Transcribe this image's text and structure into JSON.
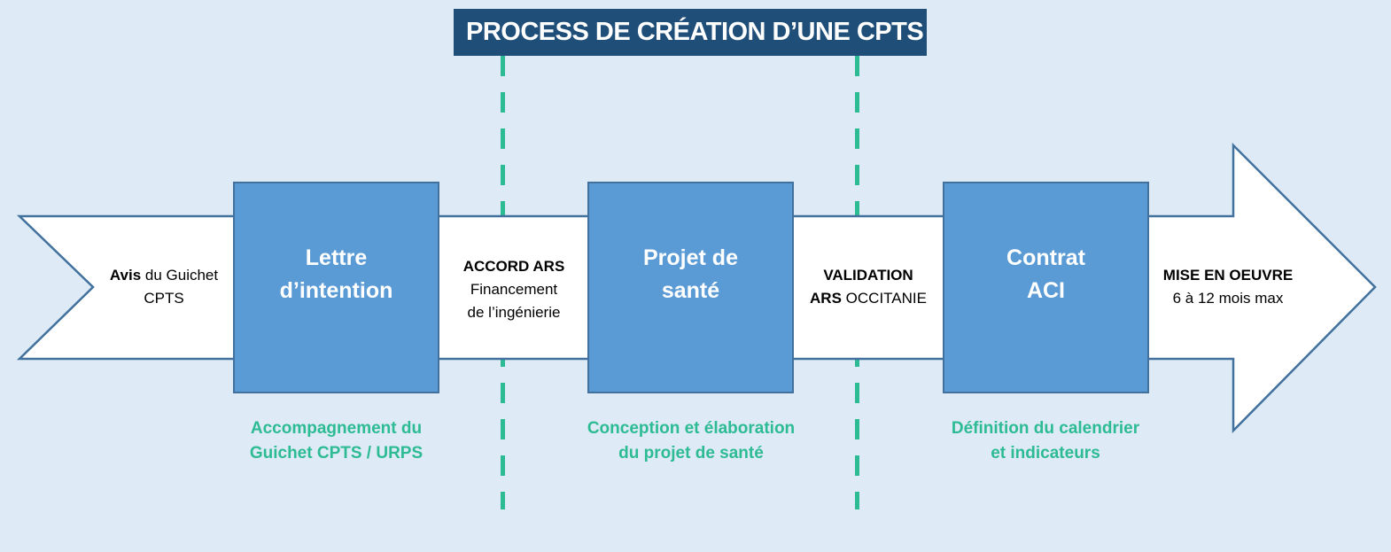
{
  "title": "PROCESS DE CRÉATION D’UNE CPTS",
  "colors": {
    "background": "#deeaf6",
    "title_bg": "#1f4e79",
    "box_fill": "#5b9bd5",
    "box_border": "#41719c",
    "arrow_outline": "#41719c",
    "accent_green": "#2dbb94"
  },
  "steps": [
    {
      "bold": "Avis",
      "text": " du Guichet",
      "line2": "CPTS"
    },
    {
      "label": "Lettre\nd’intention"
    },
    {
      "bold": "ACCORD ARS",
      "text": "",
      "line2": "Financement",
      "line3": "de l’ingénierie"
    },
    {
      "label": "Projet de\nsanté"
    },
    {
      "bold": "VALIDATION",
      "text": "",
      "line2_bold": "ARS",
      "line2": " OCCITANIE"
    },
    {
      "label": "Contrat\nACI"
    },
    {
      "bold": "MISE EN OEUVRE",
      "text": "",
      "line2": "6 à 12 mois max"
    }
  ],
  "notes": [
    {
      "line1": "Accompagnement du",
      "line2": "Guichet CPTS / URPS"
    },
    {
      "line1": "Conception et élaboration",
      "line2": "du projet de santé"
    },
    {
      "line1": "Définition du calendrier",
      "line2": "et indicateurs"
    }
  ]
}
